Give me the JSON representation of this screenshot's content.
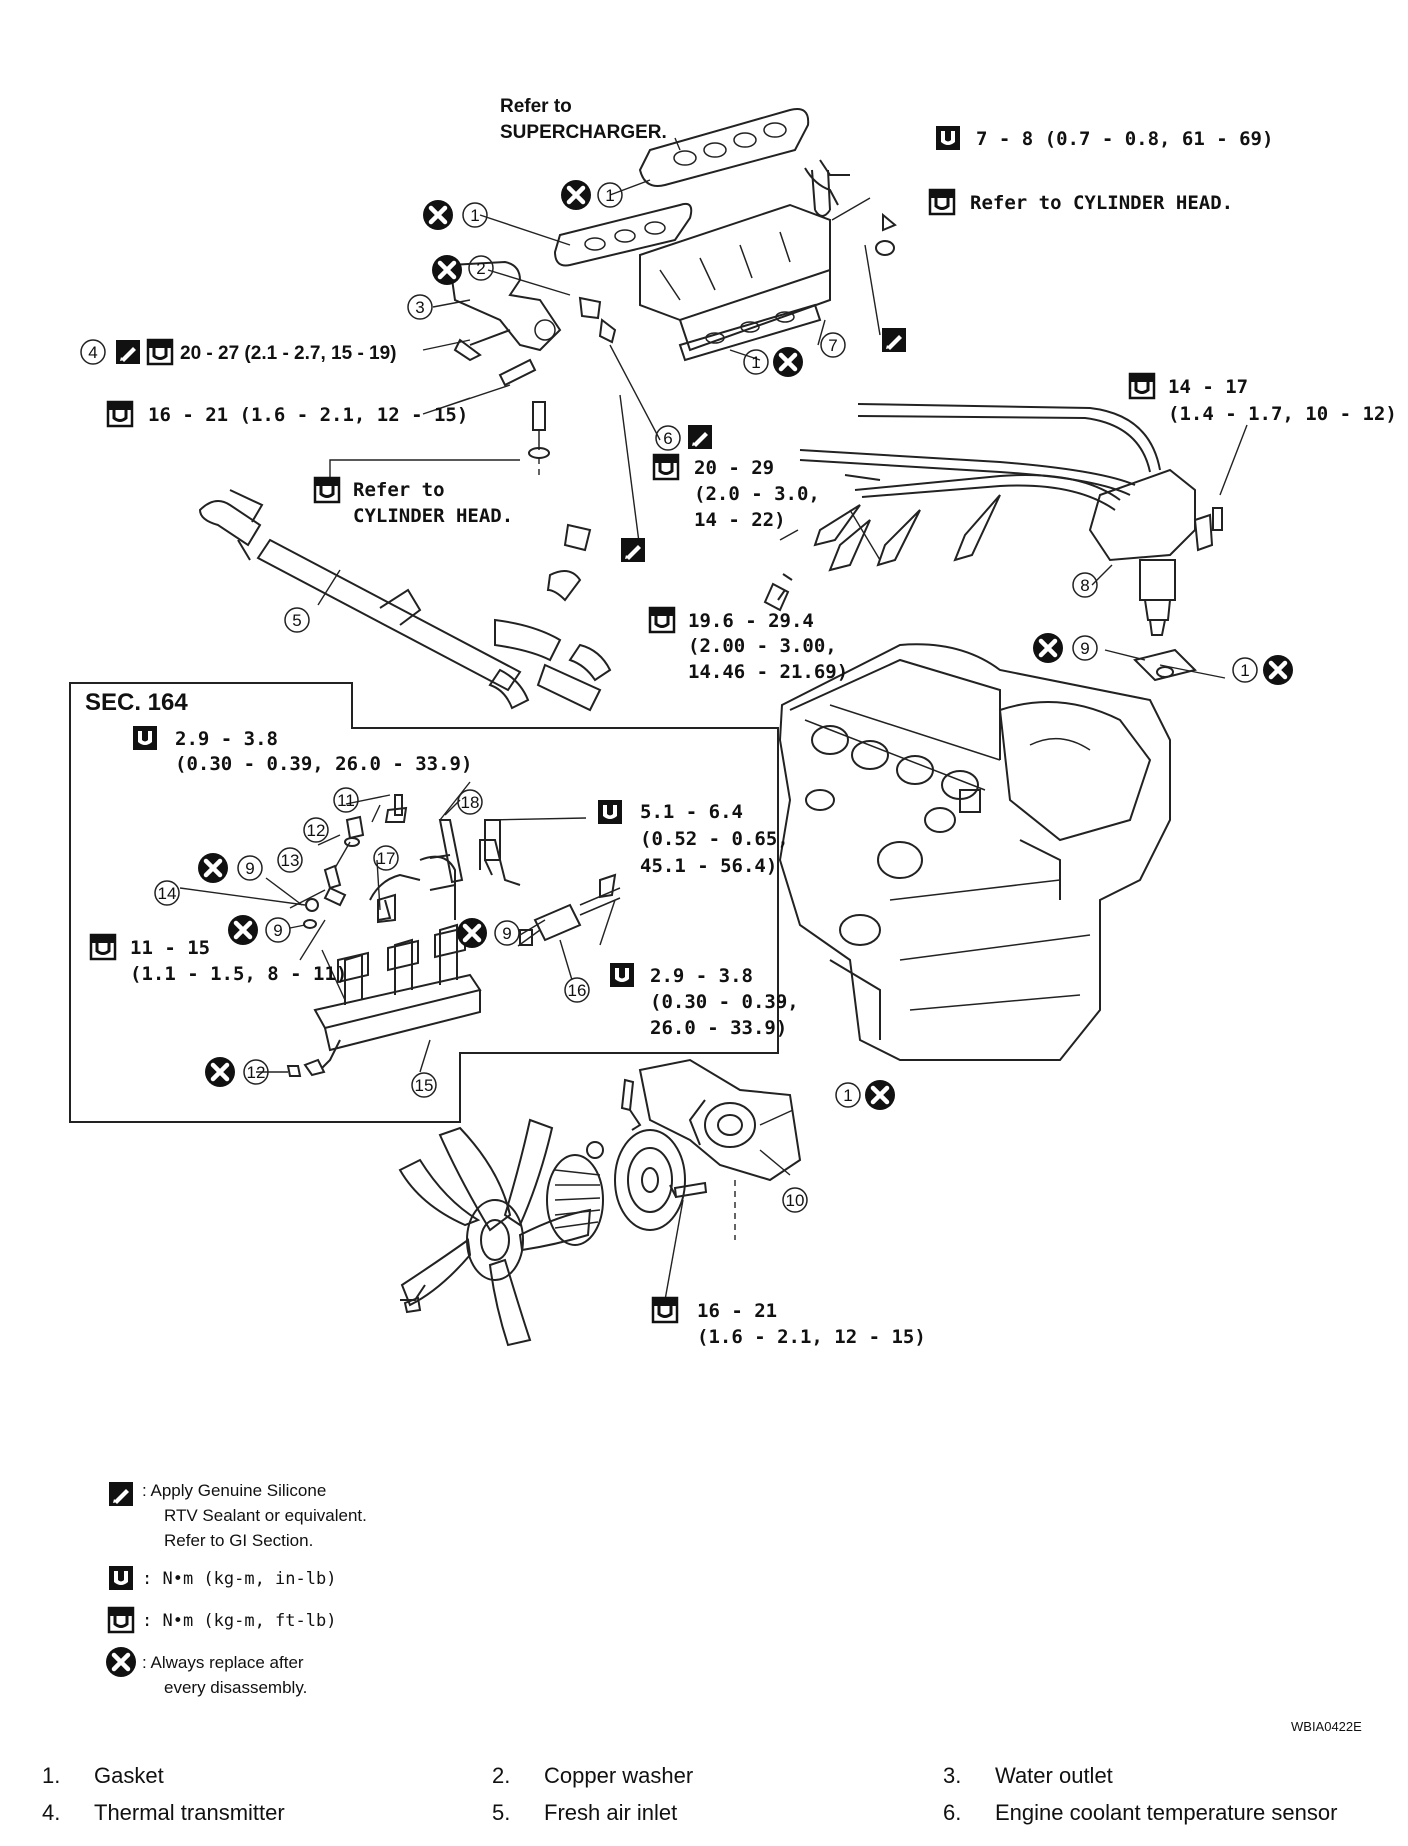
{
  "callouts": {
    "supercharger": [
      "Refer to",
      "SUPERCHARGER."
    ],
    "torque_7_8": "7 - 8 (0.7 - 0.8, 61 - 69)",
    "cyl_head_top": "Refer to CYLINDER HEAD.",
    "torque_20_27": "20 - 27 (2.1 - 2.7, 15 - 19)",
    "torque_16_21_top": "16 - 21 (1.6 - 2.1, 12 - 15)",
    "cyl_head_mid": [
      "Refer to",
      "CYLINDER HEAD."
    ],
    "torque_20_29": [
      "20 - 29",
      "(2.0 - 3.0,",
      "14 - 22)"
    ],
    "torque_14_17": [
      "14 - 17",
      "(1.4 - 1.7, 10 - 12)"
    ],
    "torque_19_6": [
      "19.6 - 29.4",
      "(2.00 - 3.00,",
      "14.46 - 21.69)"
    ],
    "torque_16_21_bottom": [
      "16 - 21",
      "(1.6 - 2.1, 12 - 15)"
    ]
  },
  "inset": {
    "title": "SEC. 164",
    "torque_2_9_top": [
      "2.9 - 3.8",
      "(0.30 - 0.39, 26.0 - 33.9)"
    ],
    "torque_5_1": [
      "5.1 - 6.4",
      "(0.52 - 0.65,",
      "45.1 - 56.4)"
    ],
    "torque_11_15": [
      "11 - 15",
      "(1.1 - 1.5, 8 - 11)"
    ],
    "torque_2_9_right": [
      "2.9 - 3.8",
      "(0.30 - 0.39,",
      "26.0 - 33.9)"
    ]
  },
  "part_numbers": [
    "1",
    "2",
    "3",
    "4",
    "5",
    "6",
    "7",
    "8",
    "9",
    "10",
    "11",
    "12",
    "13",
    "14",
    "15",
    "16",
    "17",
    "18"
  ],
  "legend": {
    "sealant": [
      ": Apply Genuine Silicone",
      "RTV Sealant or equivalent.",
      "Refer to GI Section."
    ],
    "inlb": ":  N•m  (kg-m,  in-lb)",
    "ftlb": ":  N•m  (kg-m,  ft-lb)",
    "replace": [
      ": Always replace after",
      "every disassembly."
    ]
  },
  "figure_code": "WBIA0422E",
  "parts_list": [
    {
      "num": "1.",
      "name": "Gasket"
    },
    {
      "num": "2.",
      "name": "Copper washer"
    },
    {
      "num": "3.",
      "name": "Water outlet"
    },
    {
      "num": "4.",
      "name": "Thermal transmitter"
    },
    {
      "num": "5.",
      "name": "Fresh air inlet"
    },
    {
      "num": "6.",
      "name": "Engine coolant temperature sensor"
    }
  ]
}
